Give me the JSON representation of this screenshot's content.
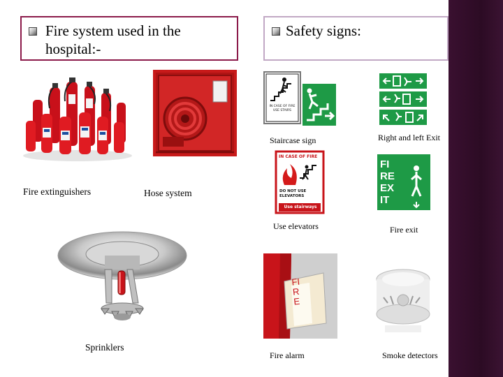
{
  "left_heading": "Fire system used in the hospital:-",
  "right_heading": "Safety signs:",
  "captions": {
    "fire_extinguishers": "Fire extinguishers",
    "hose_system": "Hose system",
    "sprinklers": "Sprinklers",
    "staircase_sign": "Staircase sign",
    "right_left_exit": "Right and left Exit",
    "use_elevators": "Use elevators",
    "fire_exit": "Fire exit",
    "fire_alarm": "Fire alarm",
    "smoke_detectors": "Smoke detectors"
  },
  "sign_text": {
    "staircase_small": "IN CASE OF FIRE USE STAIRS",
    "elevator_top": "IN CASE OF FIRE",
    "elevator_middle": "DO NOT USE ELEVATORS",
    "elevator_bottom": "Use stairways",
    "fire_exit_word1": "FIRE",
    "fire_exit_word2": "EXIT",
    "alarm_label": "FIRE"
  },
  "colors": {
    "accent_border": "#8b1a4a",
    "side_band": "#2c0b24",
    "sign_green": "#1e9a46",
    "fire_red": "#d41a1a"
  }
}
